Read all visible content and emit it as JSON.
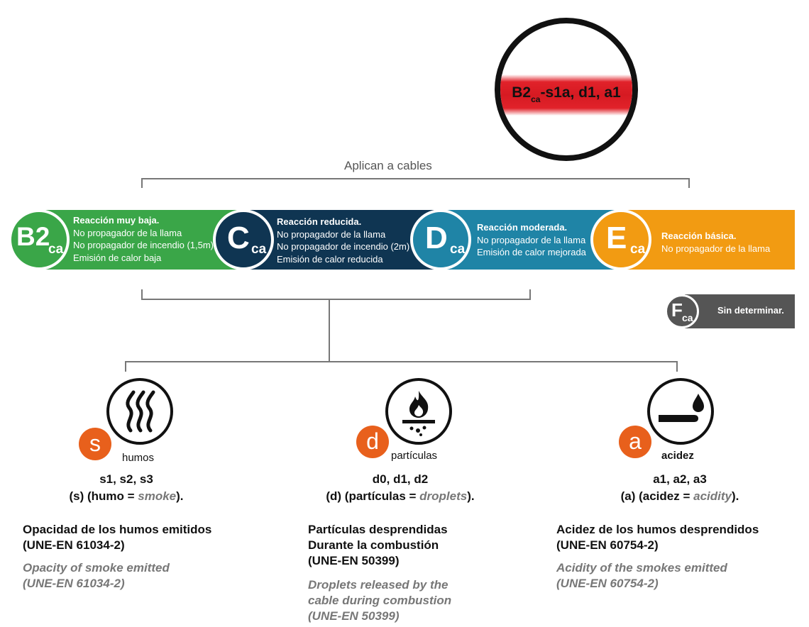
{
  "badge": {
    "main": "B2",
    "sub": "ca",
    "rest": "-s1a, d1, a1"
  },
  "caption": "Aplican a cables",
  "classes": [
    {
      "main": "B2",
      "sub": "ca",
      "color": "#3aa648",
      "title": "Reacción muy baja.",
      "lines": [
        "No propagador de la llama",
        "No propagador de incendio (1,5m)",
        "Emisión de calor baja"
      ]
    },
    {
      "main": "C",
      "sub": "ca",
      "color": "#0f3552",
      "title": "Reacción reducida.",
      "lines": [
        "No propagador de la llama",
        "No propagador de incendio (2m)",
        "Emisión de calor reducida"
      ]
    },
    {
      "main": "D",
      "sub": "ca",
      "color": "#1f84a6",
      "title": "Reacción moderada.",
      "lines": [
        "No propagador de la llama",
        "Emisión de calor mejorada"
      ]
    },
    {
      "main": "E",
      "sub": "ca",
      "color": "#f29b12",
      "title": "Reacción básica.",
      "lines": [
        "No propagador de la llama"
      ]
    }
  ],
  "f_class": {
    "main": "F",
    "sub": "ca",
    "label": "Sin determinar.",
    "color": "#555555"
  },
  "criteria": [
    {
      "letter": "s",
      "icon": "smoke-icon",
      "label": "humos",
      "codes": "s1, s2, s3",
      "def_pre": "(s) (humo = ",
      "def_word": "smoke",
      "def_post": ").",
      "es": [
        "Opacidad de los humos emitidos",
        "(UNE-EN 61034-2)"
      ],
      "en": [
        "Opacity of smoke emitted",
        "(UNE-EN 61034-2)"
      ]
    },
    {
      "letter": "d",
      "icon": "droplets-icon",
      "label": "partículas",
      "codes": "d0, d1, d2",
      "def_pre": "(d) (partículas = ",
      "def_word": "droplets",
      "def_post": ").",
      "es": [
        "Partículas desprendidas",
        "Durante la combustión",
        "(UNE-EN 50399)"
      ],
      "en": [
        "Droplets released by the",
        "cable during combustion",
        "(UNE-EN 50399)"
      ]
    },
    {
      "letter": "a",
      "icon": "acidity-icon",
      "label": "acidez",
      "codes": "a1, a2, a3",
      "def_pre": "(a) (acidez = ",
      "def_word": "acidity",
      "def_post": ").",
      "es": [
        "Acidez de los humos desprendidos",
        "(UNE-EN 60754-2)"
      ],
      "en": [
        "Acidity of the smokes emitted",
        "(UNE-EN 60754-2)"
      ]
    }
  ],
  "colors": {
    "accent_orange": "#e8601c",
    "badge_red": "#d61a22",
    "line_gray": "#777777"
  }
}
